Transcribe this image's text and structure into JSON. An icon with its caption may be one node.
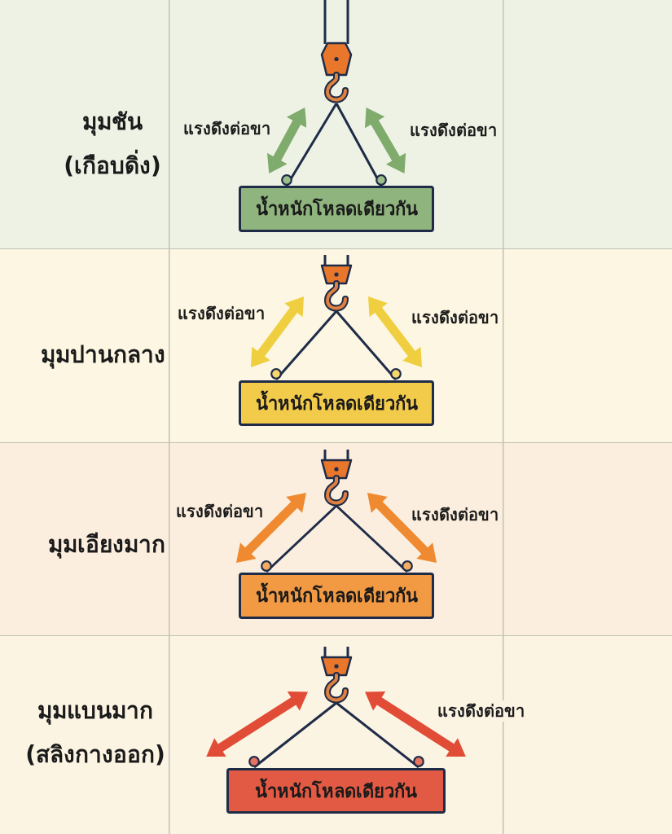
{
  "diagram": {
    "nodes": [
      {
        "text": [
          "มุมชัน (เกือบดิ่ง)"
        ]
      },
      {
        "text": [],
        "shape": "picture",
        "in": 0
      },
      {
        "text": [
          "น้ำหนักโหลดเดียวกัน"
        ],
        "in": 0
      },
      {
        "text": [
          "มุมปานกลาง"
        ]
      },
      {
        "text": [],
        "shape": "picture",
        "in": 3
      },
      {
        "text": [
          "น้ำหนักโหลดเดียวกัน"
        ],
        "in": 3
      },
      {
        "text": [
          "มุมเอียงมาก"
        ]
      },
      {
        "text": [],
        "shape": "picture",
        "in": 6
      },
      {
        "text": [
          "น้ำหนักโหลดเดียวกัน"
        ],
        "in": 6
      },
      {
        "text": [
          "มุมแบนมาก (สลิงกางออก)"
        ]
      },
      {
        "text": [],
        "shape": "picture",
        "in": 9
      },
      {
        "text": [
          "น้ำหนักโหลดเดียวกัน"
        ],
        "in": 9
      }
    ],
    "edges": [
      {
        "from": 1,
        "to": 2,
        "arrow": "other"
      },
      {
        "from": 1,
        "to": 2,
        "arrow": "other"
      },
      {
        "from": 4,
        "to": 5,
        "arrow": "other"
      },
      {
        "from": 4,
        "to": 5,
        "arrow": "other"
      },
      {
        "from": 7,
        "to": 8,
        "arrow": "other"
      },
      {
        "from": 7,
        "to": 8,
        "arrow": "other"
      },
      {
        "from": 10,
        "to": 11,
        "arrow": "other"
      },
      {
        "from": 10,
        "to": 11,
        "arrow": "other"
      }
    ],
    "labels": [
      "แรงดึงต่อขา",
      "แรงดึงต่อขา",
      "แรงดึงต่อขา",
      "แรงดึงต่อขา",
      "แรงดึงต่อขา",
      "แรงดึงต่อขา",
      "แรงดึงต่อขา"
    ]
  }
}
